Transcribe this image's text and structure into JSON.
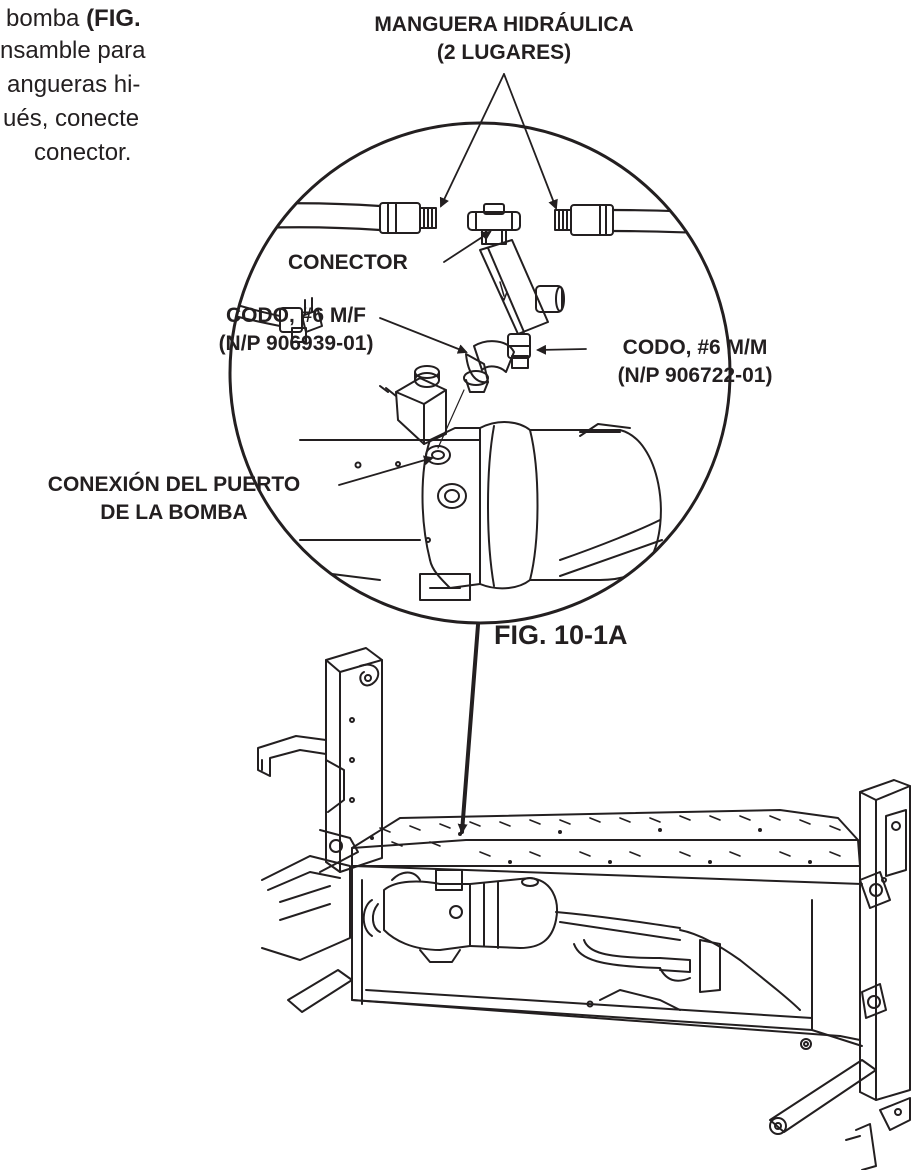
{
  "body_text": {
    "lines": [
      {
        "plain": "bomba ",
        "bold": "(FIG."
      },
      {
        "plain": "nsamble para",
        "bold": ""
      },
      {
        "plain": "angueras hi-",
        "bold": ""
      },
      {
        "plain": "ués, conecte",
        "bold": ""
      },
      {
        "plain": "conector.",
        "bold": ""
      }
    ]
  },
  "labels": {
    "hose_line1": "MANGUERA HIDRÁULICA",
    "hose_line2": "(2 LUGARES)",
    "connector": "CONECTOR",
    "elbow_mf_line1": "CODO, #6 M/F",
    "elbow_mf_line2": "(N/P 906939-01)",
    "elbow_mm_line1": "CODO, #6 M/M",
    "elbow_mm_line2": "(N/P 906722-01)",
    "pump_port_line1": "CONEXIÓN DEL PUERTO",
    "pump_port_line2": "DE LA BOMBA"
  },
  "figure": {
    "caption": "FIG. 10-1A"
  }
}
